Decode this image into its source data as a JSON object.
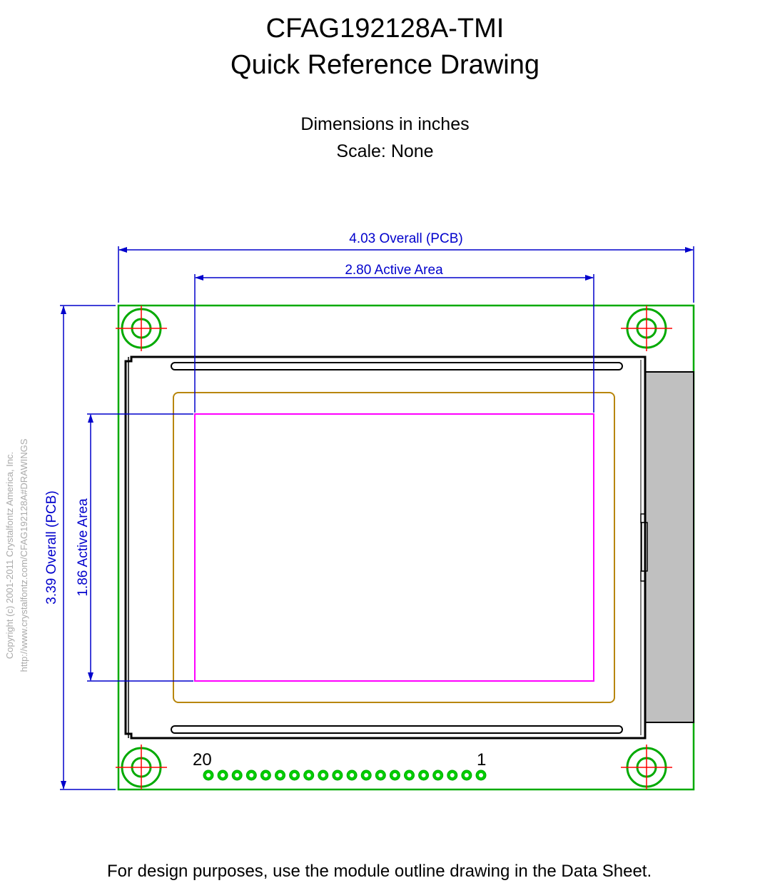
{
  "header": {
    "title": "CFAG192128A-TMI",
    "subtitle": "Quick Reference Drawing"
  },
  "notes": {
    "units": "Dimensions in inches",
    "scale": "Scale: None"
  },
  "dimensions": {
    "overall_width": "4.03 Overall (PCB)",
    "active_width": "2.80 Active Area",
    "overall_height": "3.39 Overall (PCB)",
    "active_height": "1.86 Active Area"
  },
  "connector": {
    "pin_count": 20,
    "first_label": "20",
    "last_label": "1"
  },
  "copyright": {
    "line1": "Copyright (c) 2001-2011 Crystalfontz America, Inc.",
    "line2": "http://www.crystalfontz.com/CFAG192128A#DRAWINGS"
  },
  "footer": {
    "note": "For design purposes, use the module outline drawing in the Data Sheet."
  },
  "colors": {
    "pcb": "#00aa00",
    "dimension": "#0000cc",
    "active_area": "#ff00ff",
    "viewing_area": "#b8860b",
    "backlight": "#c0c0c0",
    "crosshair": "#ff0000"
  }
}
